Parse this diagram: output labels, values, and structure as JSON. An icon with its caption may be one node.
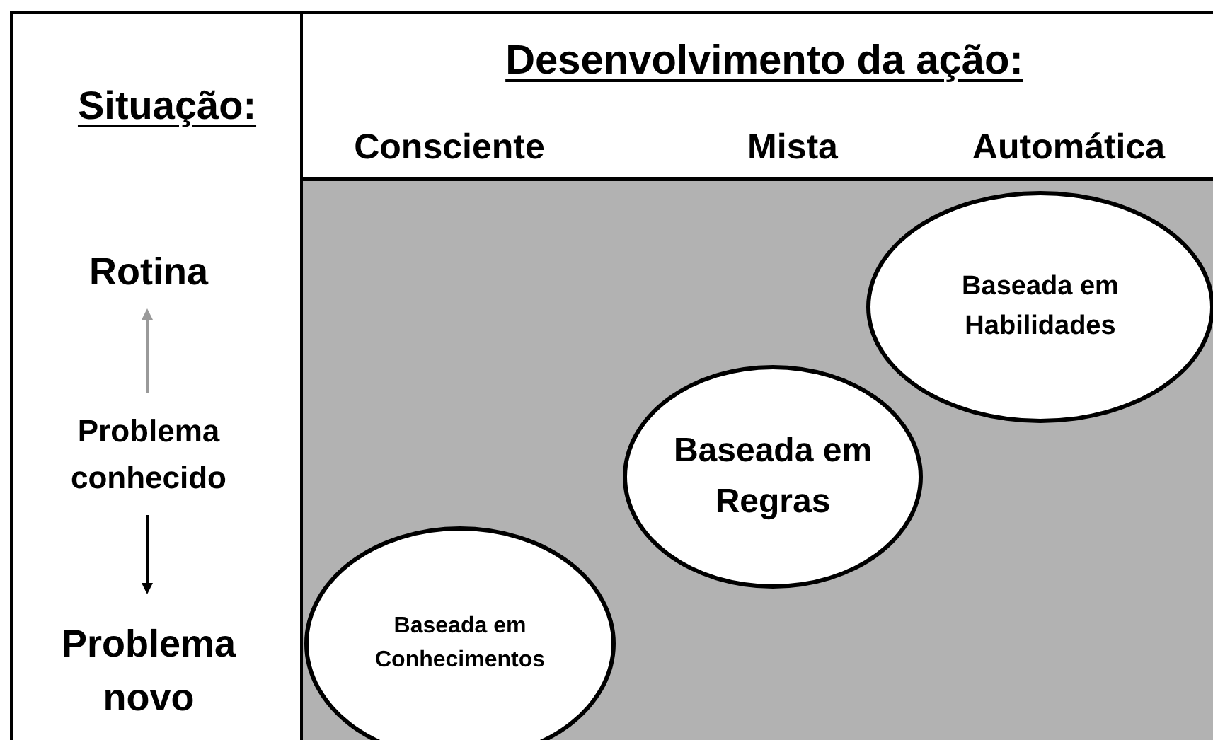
{
  "diagram": {
    "nodes": [
      {
        "text": [
          "Rotina"
        ]
      },
      {
        "text": [
          "Problema conhecido"
        ]
      },
      {
        "text": [
          "Problema novo"
        ]
      },
      {
        "text": [
          "Baseada em Conhecimentos"
        ]
      },
      {
        "text": [
          "Baseada em Regras"
        ]
      },
      {
        "text": [
          "Baseada em Habilidades"
        ]
      }
    ],
    "edges": [
      {
        "from": 1,
        "to": 0,
        "arrow": "to",
        "color": "#9a9a9a"
      },
      {
        "from": 1,
        "to": 2,
        "arrow": "to",
        "color": "#000000"
      }
    ],
    "labels": [
      "Situação:",
      "Desenvolvimento da ação:",
      "Consciente",
      "Mista",
      "Automática"
    ]
  }
}
